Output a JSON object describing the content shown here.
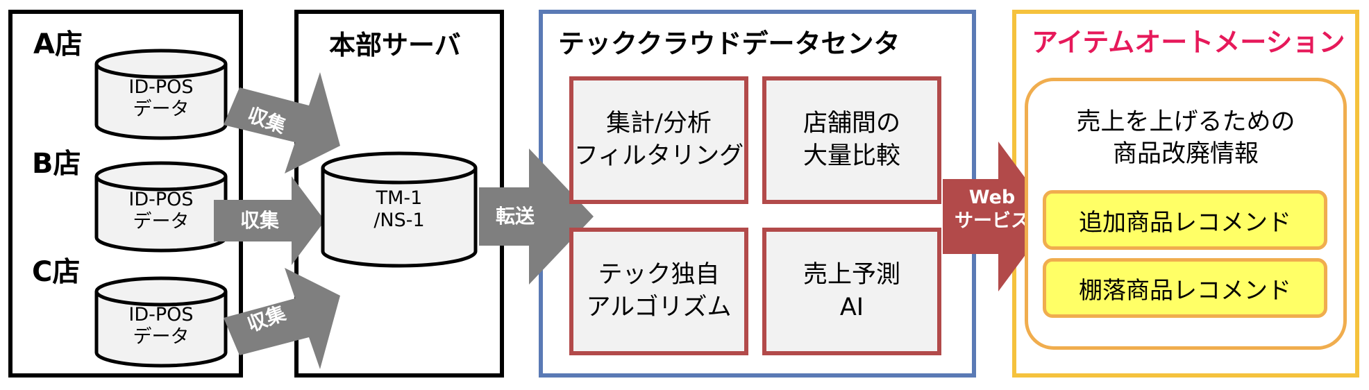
{
  "stores": {
    "labels": [
      "A店",
      "B店",
      "C店"
    ],
    "db_line1": "ID-POS",
    "db_line2": "データ"
  },
  "headquarters": {
    "title": "本部サーバ",
    "db_line1": "TM-1",
    "db_line2": "/NS-1"
  },
  "arrows": {
    "collect": "収集",
    "transfer": "転送",
    "web_line1": "Web",
    "web_line2": "サービス"
  },
  "cloud": {
    "title": "テッククラウドデータセンタ",
    "functions": [
      {
        "line1": "集計/分析",
        "line2": "フィルタリング"
      },
      {
        "line1": "店舗間の",
        "line2": "大量比較"
      },
      {
        "line1": "テック独自",
        "line2": "アルゴリズム"
      },
      {
        "line1": "売上予測",
        "line2": "AI"
      }
    ]
  },
  "automation": {
    "title": "アイテムオートメーション",
    "subtitle_line1": "売上を上げるための",
    "subtitle_line2": "商品改廃情報",
    "recommendations": [
      "追加商品レコメンド",
      "棚落商品レコメンド"
    ]
  },
  "colors": {
    "black_border": "#000000",
    "cloud_border": "#5a7ab5",
    "automation_border": "#f5c23d",
    "function_border": "#b24a4a",
    "function_fill": "#f2f2f2",
    "gray_arrow": "#7f7f7f",
    "red_arrow": "#b24a4a",
    "automation_title": "#e6195a",
    "recommend_fill": "#ffff66",
    "recommend_border": "#f0ad4e",
    "cylinder_fill": "#f2f2f2"
  }
}
